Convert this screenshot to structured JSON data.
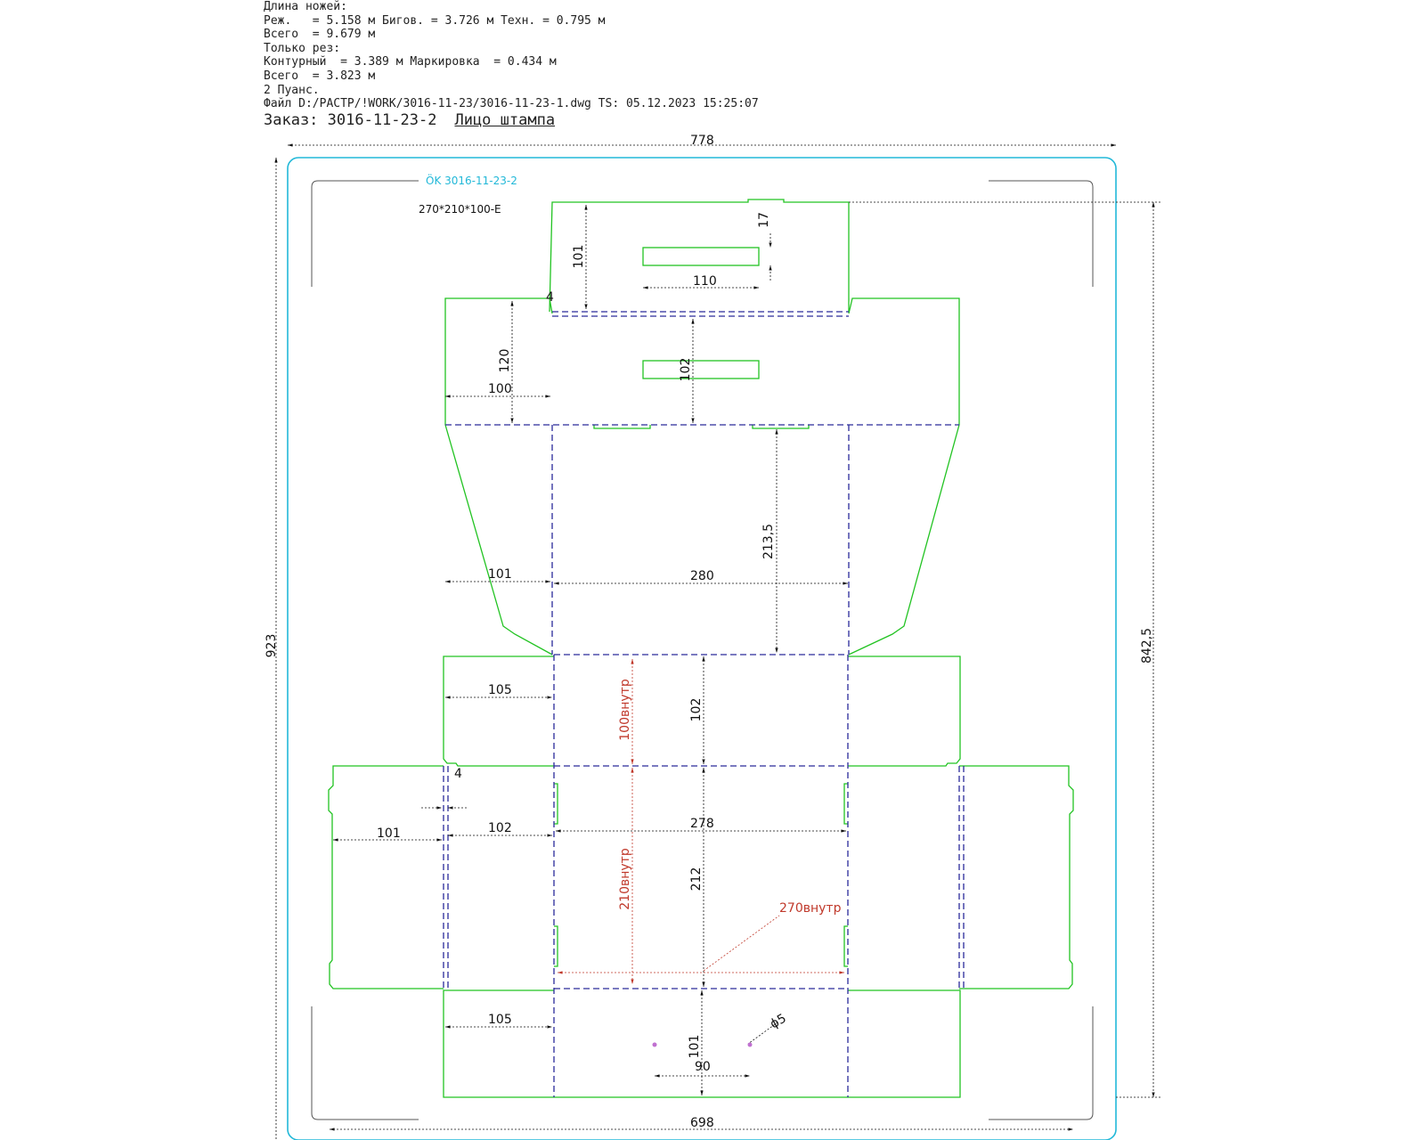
{
  "header": {
    "line1": "Длина ножей:",
    "line2": "Реж.   = 5.158 м Бигов. = 3.726 м Техн. = 0.795 м",
    "line3": "Всего  = 9.679 м",
    "line4": "Только рез:",
    "line5": "Контурный  = 3.389 м Маркировка  = 0.434 м",
    "line6": "Всего  = 3.823 м",
    "line7": "2 Пуанс.",
    "line8": "Файл D:/PACTP/!WORK/3016-11-23/3016-11-23-1.dwg TS: 05.12.2023 15:25:07",
    "order_label": "Заказ: 3016-11-23-2",
    "stamp_face": "Лицо штампа"
  },
  "drawing": {
    "logo_text": "ÖK 3016-11-23-2",
    "box_size": "270*210*100-E",
    "dims": {
      "overall_width": "778",
      "overall_height": "923",
      "right_height": "842,5",
      "bottom_width": "698",
      "d_17": "17",
      "d_101_top": "101",
      "d_110": "110",
      "d_4_top": "4",
      "d_120": "120",
      "d_100": "100",
      "d_102_flap": "102",
      "d_213_5": "213,5",
      "d_101_left": "101",
      "d_280": "280",
      "d_105_upper": "105",
      "d_102_side": "102",
      "d_4_left": "4",
      "d_101_far_left": "101",
      "d_102_left": "102",
      "d_278": "278",
      "d_212": "212",
      "d_105_lower": "105",
      "d_101_bottom": "101",
      "d_90": "90",
      "d_phi5": "ϕ5"
    },
    "inner_labels": {
      "depth": "100внутр",
      "width": "210внутр",
      "length": "270внутр"
    }
  },
  "colors": {
    "cut": "#22c322",
    "crease": "#2a2a9a",
    "frame": "#22b8d8",
    "dimension": "#111111",
    "inner": "#c0392b"
  }
}
